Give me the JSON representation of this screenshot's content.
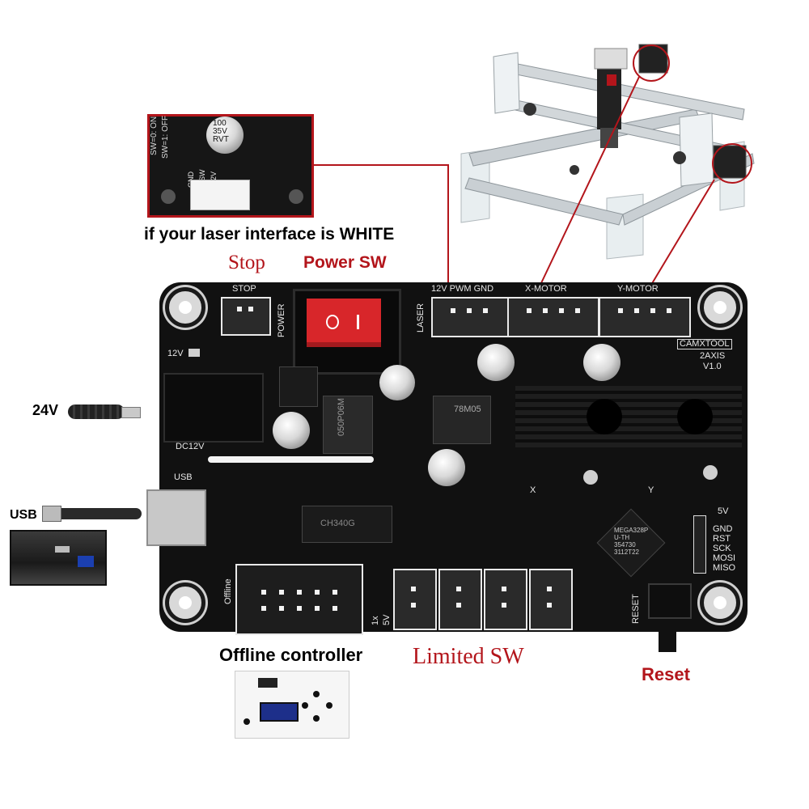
{
  "callouts": {
    "laser_white": "if your laser interface is WHITE",
    "stop": "Stop",
    "power_sw": "Power SW",
    "v24": "24V",
    "usb": "USB",
    "offline_controller": "Offline controller",
    "limited_sw": "Limited SW",
    "reset": "Reset"
  },
  "inset": {
    "sw0": "SW=0: ON",
    "sw1": "SW=1: OFF",
    "cap": "100\n35V\nRVT",
    "pins": [
      "GND",
      "SW",
      "12V"
    ]
  },
  "board": {
    "stop": "STOP",
    "power": "POWER",
    "laser": "LASER",
    "header_12v": "12V PWM GND",
    "x_motor": "X-MOTOR",
    "y_motor": "Y-MOTOR",
    "brand": "CAMXTOOL",
    "axis": "2AXIS",
    "version": "V1.0",
    "v12": "12V",
    "dc12v": "DC12V",
    "usb": "USB",
    "offline": "Offline",
    "isp": [
      "5V",
      "GND",
      "RST",
      "SCK",
      "MOSI",
      "MISO"
    ],
    "x": "X",
    "y": "Y",
    "reset": "RESET",
    "pin_1x": "1x",
    "pin_5v": "5V",
    "mcu": "MEGA328P\nU-TH\n354730\n3112T22",
    "regulator": "78M05",
    "chip_ch340": "CH340G",
    "chip_050": "050P06M"
  },
  "colors": {
    "pcb": "#111111",
    "switch_red": "#d8262a",
    "callout_red": "#b3151b"
  }
}
